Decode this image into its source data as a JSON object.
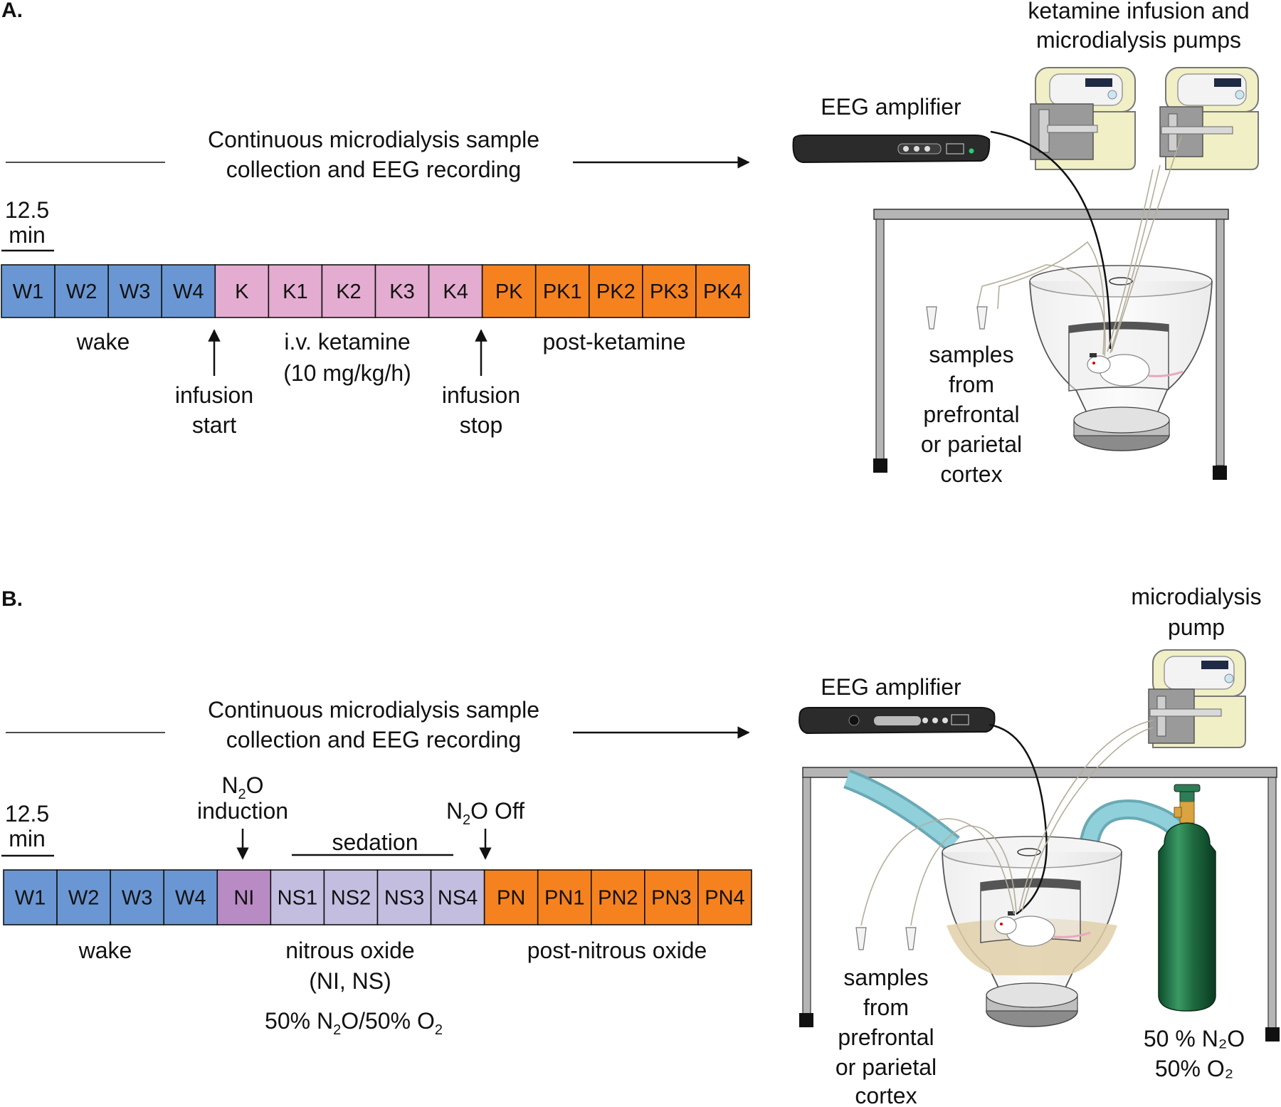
{
  "colors": {
    "wake": "#6a97d3",
    "ketamine": "#e3acd0",
    "post": "#f6821f",
    "nitrous_induction": "#b98bc4",
    "nitrous_sedation": "#c3bee0"
  },
  "panel_a": {
    "letter": "A.",
    "header_line1": "Continuous microdialysis sample",
    "header_line2": "collection and EEG recording",
    "scale_value": "12.5",
    "scale_unit": "min",
    "segments": [
      {
        "label": "W1",
        "group": "wake"
      },
      {
        "label": "W2",
        "group": "wake"
      },
      {
        "label": "W3",
        "group": "wake"
      },
      {
        "label": "W4",
        "group": "wake"
      },
      {
        "label": "K",
        "group": "ketamine"
      },
      {
        "label": "K1",
        "group": "ketamine"
      },
      {
        "label": "K2",
        "group": "ketamine"
      },
      {
        "label": "K3",
        "group": "ketamine"
      },
      {
        "label": "K4",
        "group": "ketamine"
      },
      {
        "label": "PK",
        "group": "post"
      },
      {
        "label": "PK1",
        "group": "post"
      },
      {
        "label": "PK2",
        "group": "post"
      },
      {
        "label": "PK3",
        "group": "post"
      },
      {
        "label": "PK4",
        "group": "post"
      }
    ],
    "label_wake": "wake",
    "label_ket1": "i.v. ketamine",
    "label_ket2": "(10 mg/kg/h)",
    "label_post": "post-ketamine",
    "start1": "infusion",
    "start2": "start",
    "stop1": "infusion",
    "stop2": "stop",
    "eeg_label": "EEG amplifier",
    "pumps1": "ketamine infusion and",
    "pumps2": "microdialysis pumps",
    "samples": [
      "samples",
      "from",
      "prefrontal",
      "or parietal",
      "cortex"
    ]
  },
  "panel_b": {
    "letter": "B.",
    "header_line1": "Continuous microdialysis sample",
    "header_line2": "collection and EEG recording",
    "scale_value": "12.5",
    "scale_unit": "min",
    "segments": [
      {
        "label": "W1",
        "group": "wake"
      },
      {
        "label": "W2",
        "group": "wake"
      },
      {
        "label": "W3",
        "group": "wake"
      },
      {
        "label": "W4",
        "group": "wake"
      },
      {
        "label": "NI",
        "group": "nitrous_induction"
      },
      {
        "label": "NS1",
        "group": "nitrous_sedation"
      },
      {
        "label": "NS2",
        "group": "nitrous_sedation"
      },
      {
        "label": "NS3",
        "group": "nitrous_sedation"
      },
      {
        "label": "NS4",
        "group": "nitrous_sedation"
      },
      {
        "label": "PN",
        "group": "post"
      },
      {
        "label": "PN1",
        "group": "post"
      },
      {
        "label": "PN2",
        "group": "post"
      },
      {
        "label": "PN3",
        "group": "post"
      },
      {
        "label": "PN4",
        "group": "post"
      }
    ],
    "induction_n": "N",
    "induction_sub": "2",
    "induction_o": "O",
    "induction_word": "induction",
    "off_n": "N",
    "off_sub": "2",
    "off_rest": "O Off",
    "sedation": "sedation",
    "label_wake": "wake",
    "label_nitrous1": "nitrous oxide",
    "label_nitrous2": "(NI, NS)",
    "mix_a": "50% N",
    "mix_b": "2",
    "mix_c": "O/50% O",
    "mix_d": "2",
    "label_post": "post-nitrous oxide",
    "eeg_label": "EEG amplifier",
    "pump1": "microdialysis",
    "pump2": "pump",
    "samples": [
      "samples",
      "from",
      "prefrontal",
      "or parietal",
      "cortex"
    ],
    "gas1": "50 % N₂O",
    "gas2": "50% O₂"
  }
}
